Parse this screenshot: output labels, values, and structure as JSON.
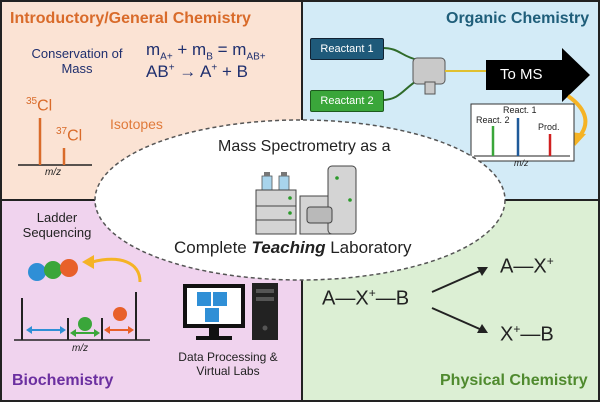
{
  "quadrants": {
    "intro": {
      "title": "Introductory/General Chemistry",
      "color": "#d96b2a"
    },
    "organic": {
      "title": "Organic Chemistry",
      "color": "#1f5e7a"
    },
    "bio": {
      "title": "Biochemistry",
      "color": "#6b2fa0"
    },
    "physical": {
      "title": "Physical Chemistry",
      "color": "#4f8a2e"
    }
  },
  "intro": {
    "conservation_line1": "Conservation of",
    "conservation_line2": "Mass",
    "eq1": {
      "m": "m",
      "a_sub": "A+",
      "plus": " + m",
      "b_sub": "B",
      "equals": " = m",
      "ab_sub": "AB+"
    },
    "eq2": {
      "ab": "AB",
      "sup1": "+",
      "arrow": " → A",
      "sup2": "+",
      "rest": " + B"
    },
    "isotope_35": {
      "mass": "35",
      "el": "Cl"
    },
    "isotope_37": {
      "mass": "37",
      "el": "Cl"
    },
    "isotopes_label": "Isotopes",
    "axis_label": "m/z"
  },
  "organic": {
    "reactant1": "Reactant 1",
    "reactant2": "Reactant 2",
    "to_ms": "To MS",
    "spectrum_labels": {
      "react1": "React. 1",
      "react2": "React. 2",
      "prod": "Prod."
    },
    "axis_label": "m/z"
  },
  "center": {
    "title": "Mass Spectrometry as a",
    "complete": "Complete ",
    "teaching": "Teaching",
    "laboratory": " Laboratory"
  },
  "bio": {
    "ladder_line1": "Ladder",
    "ladder_line2": "Sequencing",
    "axis_label": "m/z",
    "data_line1": "Data Processing &",
    "data_line2": "Virtual Labs"
  },
  "physical": {
    "parent": {
      "a": "A—X",
      "sup": "+",
      "b": "—B"
    },
    "product1": {
      "a": "A—X",
      "sup": "+"
    },
    "product2": {
      "a": "X",
      "sup": "+",
      "b": "—B"
    }
  },
  "colors": {
    "navy": "#1f2f6e",
    "orange": "#e07a3a",
    "teal": "#2a7fa8",
    "green_reactant": "#3aa63a",
    "dark_reactant": "#1f5a7a"
  }
}
